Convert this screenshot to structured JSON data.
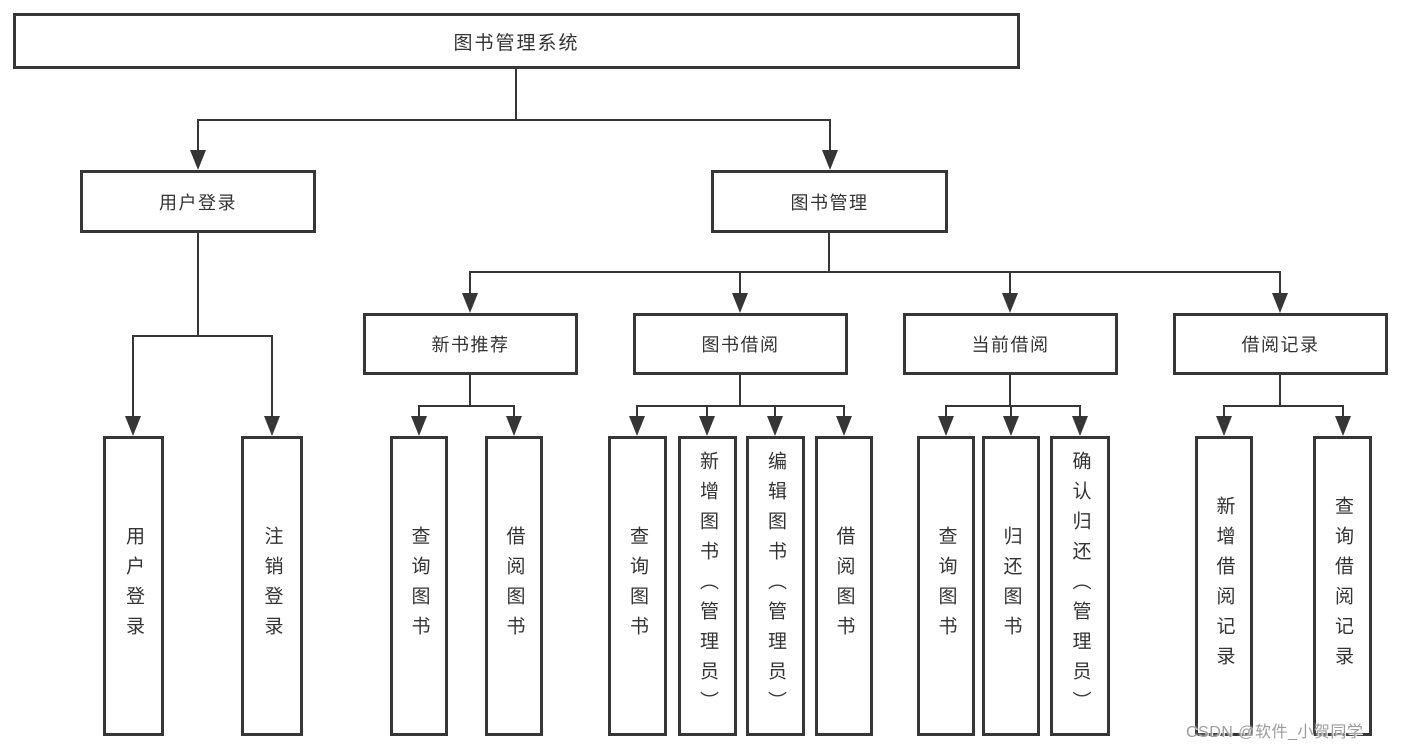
{
  "tree": {
    "root": {
      "label": "图书管理系统",
      "children": [
        {
          "label": "用户登录",
          "children": [
            {
              "label": "用户登录"
            },
            {
              "label": "注销登录"
            }
          ]
        },
        {
          "label": "图书管理",
          "children": [
            {
              "label": "新书推荐",
              "children": [
                {
                  "label": "查询图书"
                },
                {
                  "label": "借阅图书"
                }
              ]
            },
            {
              "label": "图书借阅",
              "children": [
                {
                  "label": "查询图书"
                },
                {
                  "label": "新增图书（管理员）"
                },
                {
                  "label": "编辑图书（管理员）"
                },
                {
                  "label": "借阅图书"
                }
              ]
            },
            {
              "label": "当前借阅",
              "children": [
                {
                  "label": "查询图书"
                },
                {
                  "label": "归还图书"
                },
                {
                  "label": "确认归还（管理员）"
                }
              ]
            },
            {
              "label": "借阅记录",
              "children": [
                {
                  "label": "新增借阅记录"
                },
                {
                  "label": "查询借阅记录"
                }
              ]
            }
          ]
        }
      ]
    }
  },
  "watermark": "CSDN @软件_小贺同学",
  "colors": {
    "line": "#363636",
    "text": "#333333",
    "background": "#ffffff",
    "watermark": "#9c9c9c"
  }
}
